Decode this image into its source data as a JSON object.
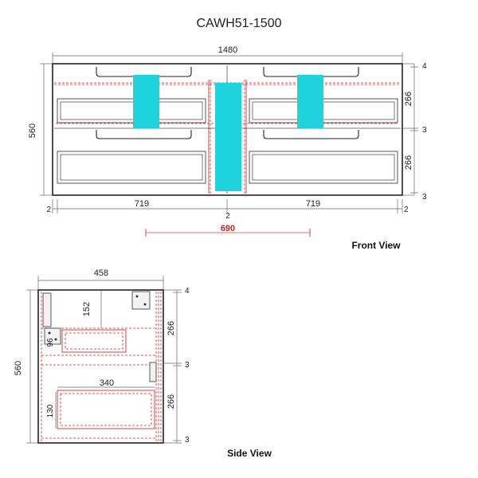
{
  "title": "CAWH51-1500",
  "front_view": {
    "label": "Front View",
    "dims": {
      "overall_width": "1480",
      "height": "560",
      "top_gap": "4",
      "drawer_upper": "266",
      "mid_gap": "3",
      "drawer_lower": "266",
      "bottom_gap": "3",
      "left_edge": "2",
      "left_bay": "719",
      "center_gap": "2",
      "right_bay": "719",
      "right_edge": "2",
      "plumbing_width": "690"
    }
  },
  "side_view": {
    "label": "Side View",
    "dims": {
      "depth": "458",
      "height": "560",
      "top_gap": "4",
      "drawer_upper": "266",
      "mid_gap": "3",
      "drawer_lower": "266",
      "bottom_gap": "3",
      "upper_drawer_drop": "152",
      "upper_drawer_height": "96",
      "lower_drawer_depth": "340",
      "lower_drawer_height": "130"
    }
  },
  "colors": {
    "plumbing_zone": "#1fd3dc",
    "clearance_line": "#e02020",
    "outline": "#222222"
  }
}
